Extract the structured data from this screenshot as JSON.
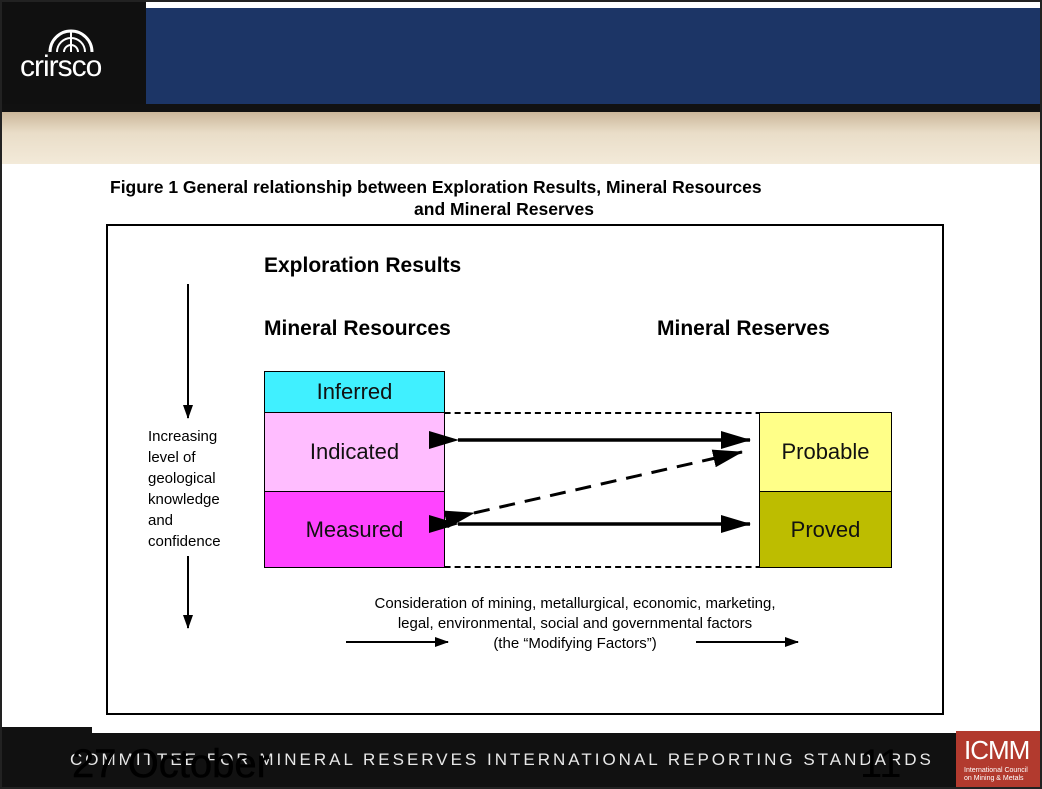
{
  "header": {
    "logo_text": "crirsco"
  },
  "figure": {
    "title_line1": "Figure 1  General relationship between Exploration Results, Mineral Resources",
    "title_line2": "and Mineral Reserves",
    "exploration_results": "Exploration Results",
    "mineral_resources": "Mineral Resources",
    "mineral_reserves": "Mineral Reserves",
    "side_text": [
      "Increasing",
      "level of",
      "geological",
      "knowledge",
      "and",
      "confidence"
    ],
    "resources": [
      {
        "label": "Inferred",
        "color": "#40f0ff"
      },
      {
        "label": "Indicated",
        "color": "#ffbdff"
      },
      {
        "label": "Measured",
        "color": "#ff44ff"
      }
    ],
    "reserves": [
      {
        "label": "Probable",
        "color": "#ffff88"
      },
      {
        "label": "Proved",
        "color": "#bdbd00"
      }
    ],
    "factors": [
      "Consideration of mining, metallurgical, economic, marketing,",
      "legal, environmental, social and governmental factors",
      "(the “Modifying Factors”)"
    ]
  },
  "footer": {
    "org_text": "COMMITTEE FOR MINERAL RESERVES INTERNATIONAL REPORTING STANDARDS",
    "date": "27 October",
    "page": "11",
    "icmm_logo": "ICMM",
    "icmm_line1": "International Council",
    "icmm_line2": "on Mining & Metals"
  },
  "colors": {
    "header_blue": "#1c3566",
    "icmm_red": "#b23a2e"
  }
}
